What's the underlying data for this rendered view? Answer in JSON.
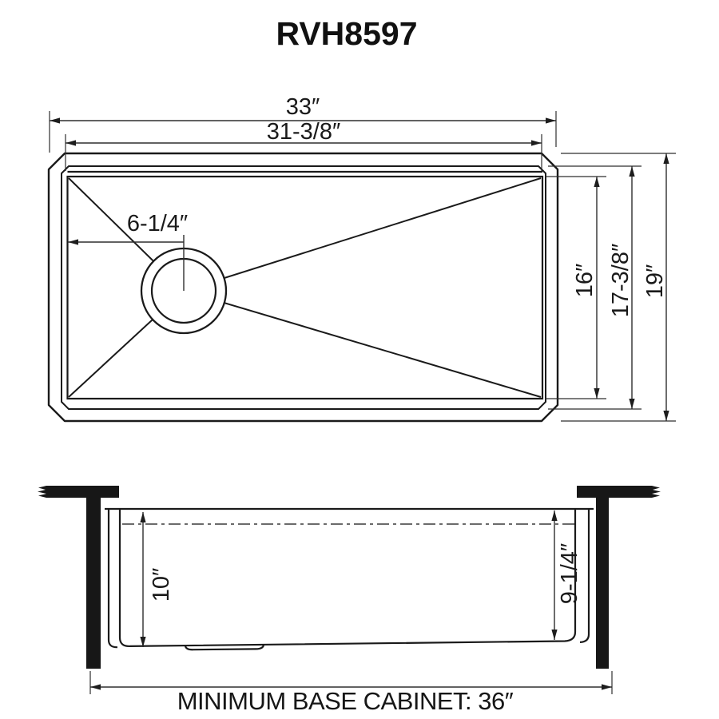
{
  "title": "RVH8597",
  "colors": {
    "ink": "#1a1a1a",
    "background": "#ffffff"
  },
  "top_view": {
    "overall_width": "33″",
    "bowl_width": "31-3/8″",
    "drain_offset": "6-1/4″",
    "bowl_front_to_back": "16″",
    "rim_front_to_back": "17-3/8″",
    "overall_front_to_back": "19″"
  },
  "section_view": {
    "left_depth": "10″",
    "right_depth": "9-1/4″",
    "base_cabinet_note": "MINIMUM BASE CABINET: 36″"
  }
}
